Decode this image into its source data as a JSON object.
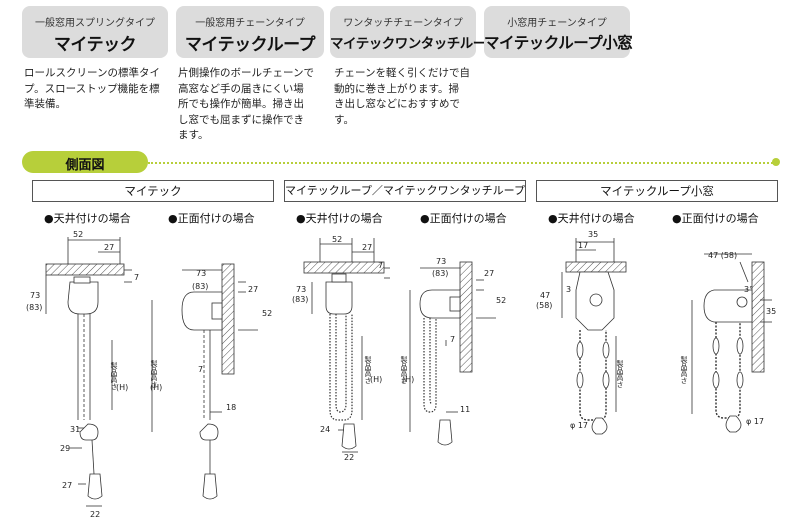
{
  "tabs": [
    {
      "sub": "一般窓用スプリングタイプ",
      "main": "マイテック"
    },
    {
      "sub": "一般窓用チェーンタイプ",
      "main": "マイテックループ"
    },
    {
      "sub": "ワンタッチチェーンタイプ",
      "main": "マイテックワンタッチループ"
    },
    {
      "sub": "小窓用チェーンタイプ",
      "main": "マイテックループ小窓"
    }
  ],
  "descriptions": [
    [
      "ロールスクリーンの標準タイ",
      "プ。スローストップ機能を標",
      "準装備。"
    ],
    [
      "片側操作のボールチェーンで",
      "高窓など手の届きにくい場",
      "所でも操作が簡単。掃き出",
      "し窓でも屈まずに操作でき",
      "ます。"
    ],
    [
      "チェーンを軽く引くだけで自",
      "動的に巻き上がります。掃",
      "き出し窓などにおすすめで",
      "す。"
    ]
  ],
  "section_title": "側面図",
  "groups": [
    "マイテック",
    "マイテックループ／マイテックワンタッチループ",
    "マイテックループ小窓"
  ],
  "mount_cases": {
    "ceiling": "●天井付けの場合",
    "wall": "●正面付けの場合"
  },
  "dims": {
    "d52": "52",
    "d27": "27",
    "d7": "7",
    "d73": "73",
    "d83": "(83)",
    "d31": "31",
    "d29": "29",
    "d22": "22",
    "d18": "18",
    "d24": "24",
    "d11": "11",
    "d35": "35",
    "d17": "17",
    "d3": "3",
    "d47": "47",
    "d58": "(58)",
    "d47_58": "47 (58)",
    "d3deg": "3°",
    "phi17": "φ 17",
    "height_h": "製品高さ",
    "h_paren": "(H)"
  },
  "colors": {
    "tab_bg": "#dcdcdc",
    "accent_green": "#b7cf3a",
    "line": "#333333",
    "hatch": "#555555"
  }
}
